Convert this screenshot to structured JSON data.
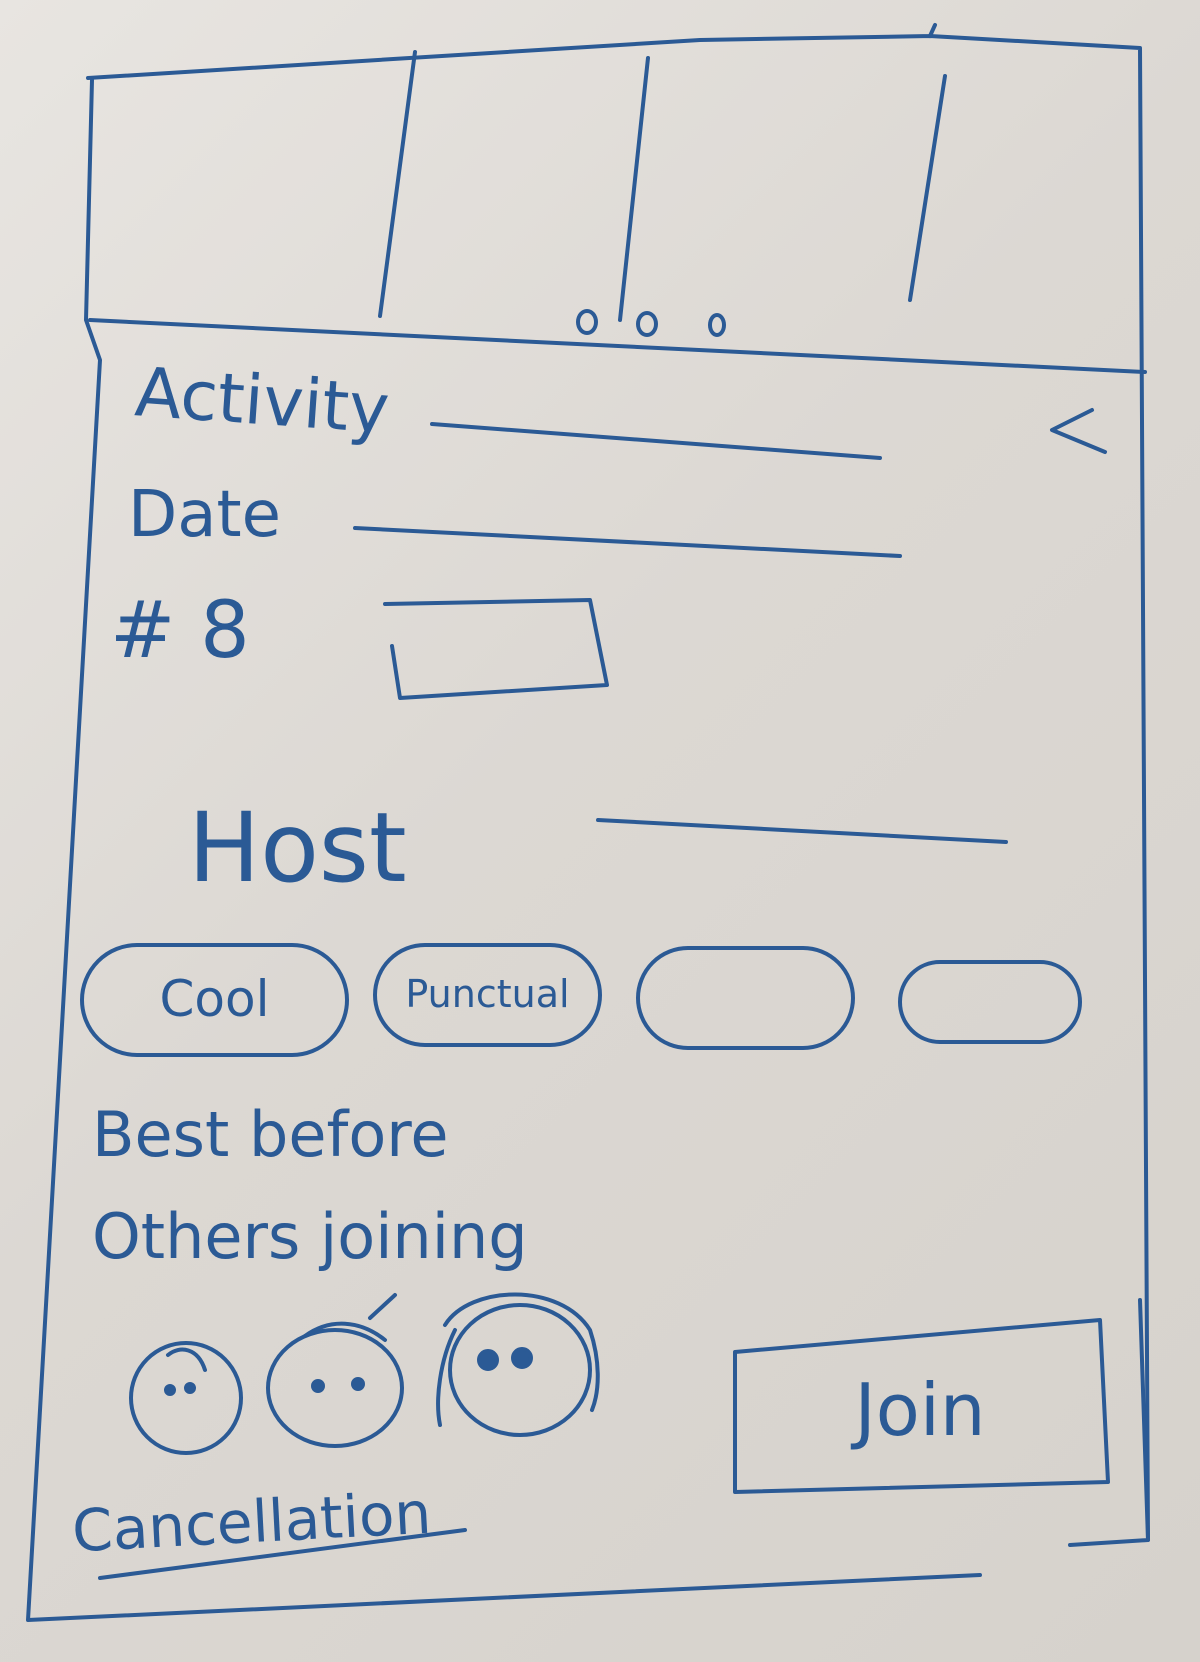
{
  "ink_color": "#2b5a95",
  "carousel": {
    "slide_count": 4,
    "dots": 3,
    "icon": "pagination-dots-icon"
  },
  "detail": {
    "activity_label": "Activity",
    "date_label": "Date",
    "count_label": "# 8",
    "back_icon": "chevron-left-icon"
  },
  "host": {
    "label": "Host"
  },
  "tags": [
    {
      "label": "Cool"
    },
    {
      "label": "Punctual"
    },
    {
      "label": ""
    },
    {
      "label": ""
    }
  ],
  "best_before": "Best before",
  "others_joining": "Others joining",
  "avatars": [
    {
      "icon": "avatar-face-icon"
    },
    {
      "icon": "avatar-face-icon"
    },
    {
      "icon": "avatar-face-icon"
    }
  ],
  "actions": {
    "join_label": "Join",
    "cancellation_label": "Cancellation"
  }
}
